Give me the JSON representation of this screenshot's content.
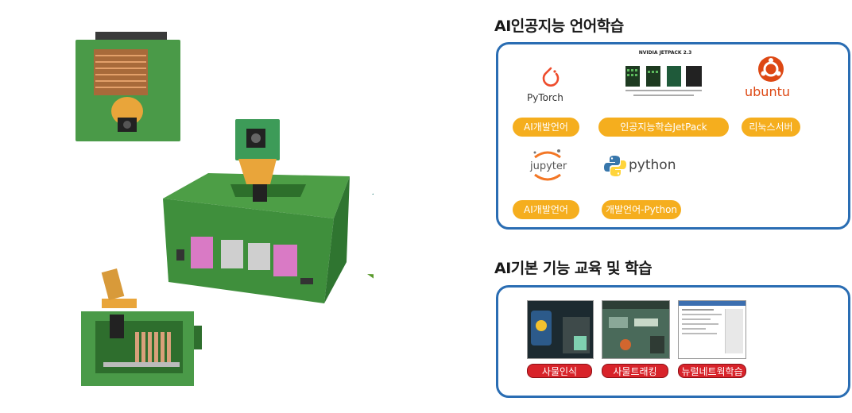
{
  "section1": {
    "title": "AI인공지능 언어학습",
    "logos": {
      "pytorch": "PyTorch",
      "jetpack_title": "NVIDIA JETPACK 2.3",
      "jupyter": "jupyter",
      "python": "python",
      "ubuntu": "ubuntu"
    },
    "labels": [
      "AI개발언어",
      "인공지능학습JetPack",
      "리눅스서버",
      "AI개발언어",
      "개발언어-Python"
    ]
  },
  "section2": {
    "title": "AI기본 기능 교육 및 학습",
    "labels": [
      "사물인식",
      "사물트래킹",
      "뉴럴네트웍학습"
    ]
  },
  "colors": {
    "panel_border": "#2a6db3",
    "pill_orange": "#f5ae1e",
    "pill_red": "#d8232a",
    "teal_arrow": "#1f7a72",
    "green_arrow": "#5a9a2c",
    "device_green": "#3f8f3c"
  },
  "icons": [
    "pytorch-icon",
    "jetpack-icon",
    "ubuntu-icon",
    "jupyter-icon",
    "python-icon"
  ]
}
